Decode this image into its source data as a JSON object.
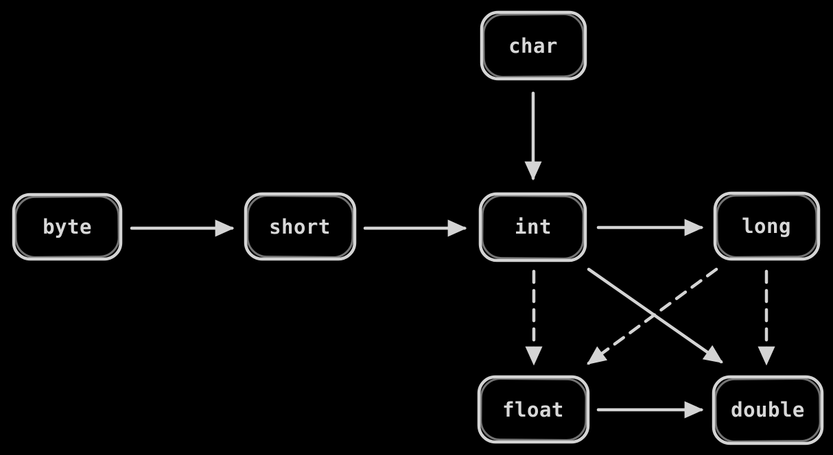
{
  "labels": {
    "byte": "byte",
    "short": "short",
    "char": "char",
    "int": "int",
    "long": "long",
    "float": "float",
    "double": "double"
  },
  "diagram": {
    "description_nodes": [
      "byte",
      "short",
      "char",
      "int",
      "long",
      "float",
      "double"
    ],
    "edges": [
      {
        "from": "byte",
        "to": "short",
        "style": "solid"
      },
      {
        "from": "short",
        "to": "int",
        "style": "solid"
      },
      {
        "from": "char",
        "to": "int",
        "style": "solid"
      },
      {
        "from": "int",
        "to": "long",
        "style": "solid"
      },
      {
        "from": "int",
        "to": "float",
        "style": "dashed"
      },
      {
        "from": "int",
        "to": "double",
        "style": "solid"
      },
      {
        "from": "long",
        "to": "float",
        "style": "dashed"
      },
      {
        "from": "long",
        "to": "double",
        "style": "dashed"
      },
      {
        "from": "float",
        "to": "double",
        "style": "solid"
      }
    ],
    "colors": {
      "background": "#000000",
      "stroke": "#d4d4d4",
      "text": "#d8d8d8"
    }
  }
}
